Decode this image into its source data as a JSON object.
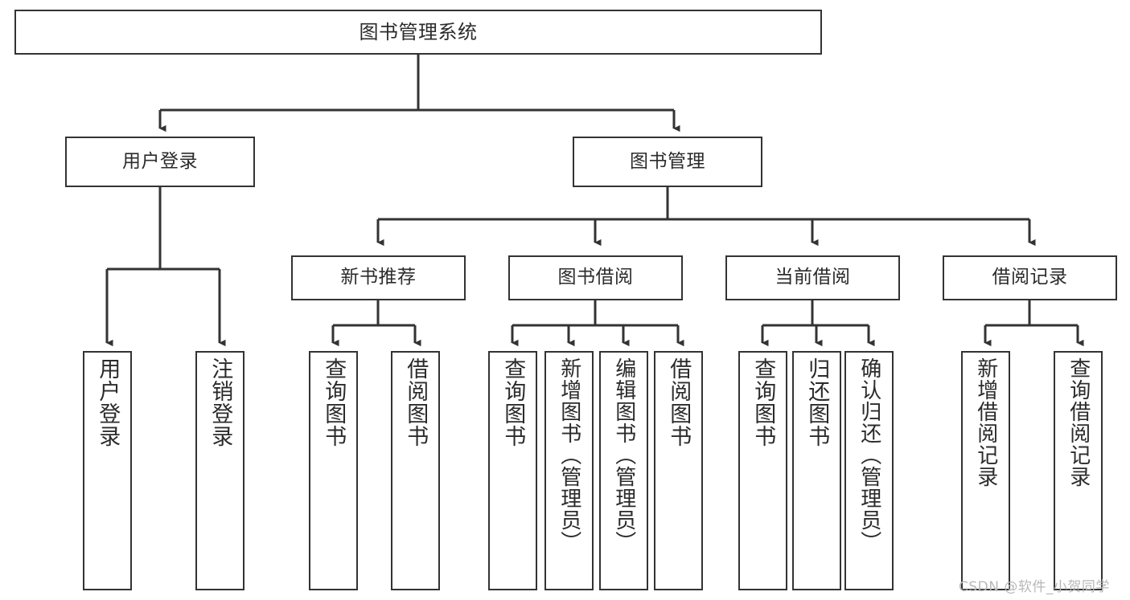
{
  "diagram": {
    "title": "图书管理系统",
    "type": "tree-hierarchy-chart",
    "orientation": "top-down",
    "stroke_color": "#333333",
    "text_color": "#2b2b2b",
    "background_color": "#ffffff"
  },
  "nodes": {
    "root": {
      "label": "图书管理系统"
    },
    "level2": [
      {
        "label": "用户登录"
      },
      {
        "label": "图书管理"
      }
    ],
    "level3": [
      {
        "label": "新书推荐"
      },
      {
        "label": "图书借阅"
      },
      {
        "label": "当前借阅"
      },
      {
        "label": "借阅记录"
      }
    ],
    "leaves_user_login": [
      {
        "label": "用户登录"
      },
      {
        "label": "注销登录"
      }
    ],
    "leaves_new_book": [
      {
        "label": "查询图书"
      },
      {
        "label": "借阅图书"
      }
    ],
    "leaves_borrow": [
      {
        "label": "查询图书"
      },
      {
        "label": "新增图书（管理员）"
      },
      {
        "label": "编辑图书（管理员）"
      },
      {
        "label": "借阅图书"
      }
    ],
    "leaves_current": [
      {
        "label": "查询图书"
      },
      {
        "label": "归还图书"
      },
      {
        "label": "确认归还（管理员）"
      }
    ],
    "leaves_record": [
      {
        "label": "新增借阅记录"
      },
      {
        "label": "查询借阅记录"
      }
    ]
  },
  "watermark": {
    "text": "CSDN @软件_小贺同学"
  }
}
